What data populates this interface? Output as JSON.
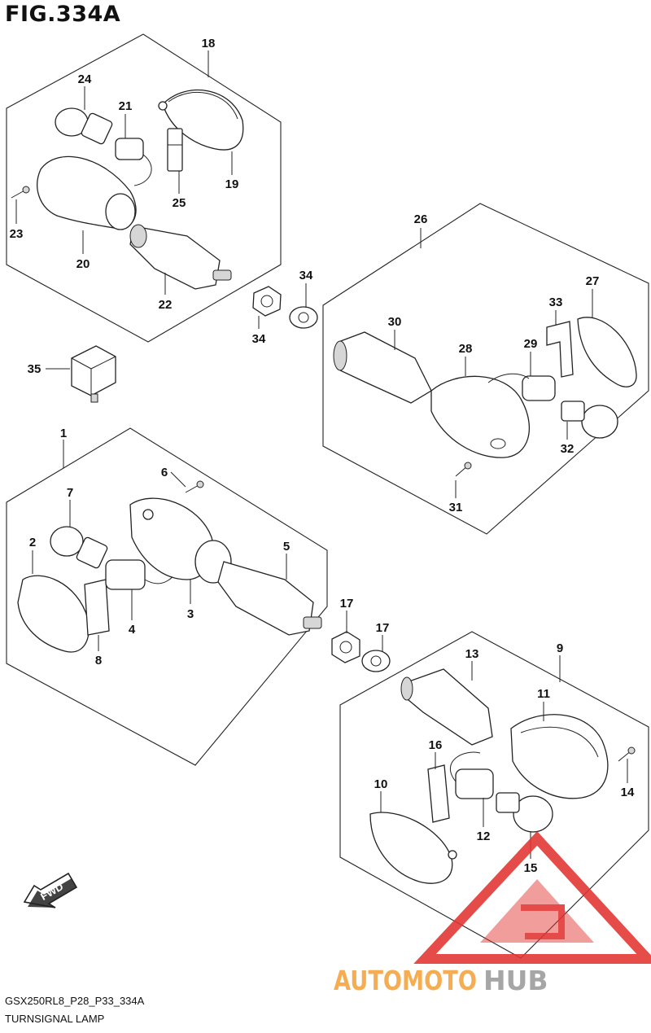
{
  "figure": {
    "title": "FIG.334A",
    "code": "GSX250RL8_P28_P33_334A",
    "caption": "TURNSIGNAL LAMP",
    "fwd_label": "FWD"
  },
  "watermark": {
    "text_part1": "AUTOMOTO",
    "text_part2": "HUB",
    "color_red": "#e2332f",
    "color_orange": "#f5a23b",
    "color_gray": "#9a9a9a"
  },
  "callouts": {
    "n1": "1",
    "n2": "2",
    "n3": "3",
    "n4": "4",
    "n5": "5",
    "n6": "6",
    "n7": "7",
    "n8": "8",
    "n9": "9",
    "n10": "10",
    "n11": "11",
    "n12": "12",
    "n13": "13",
    "n14": "14",
    "n15": "15",
    "n16": "16",
    "n17a": "17",
    "n17b": "17",
    "n18": "18",
    "n19": "19",
    "n20": "20",
    "n21": "21",
    "n22": "22",
    "n23": "23",
    "n24": "24",
    "n25": "25",
    "n26": "26",
    "n27": "27",
    "n28": "28",
    "n29": "29",
    "n30": "30",
    "n31": "31",
    "n32": "32",
    "n33": "33",
    "n34a": "34",
    "n34b": "34",
    "n35": "35"
  }
}
